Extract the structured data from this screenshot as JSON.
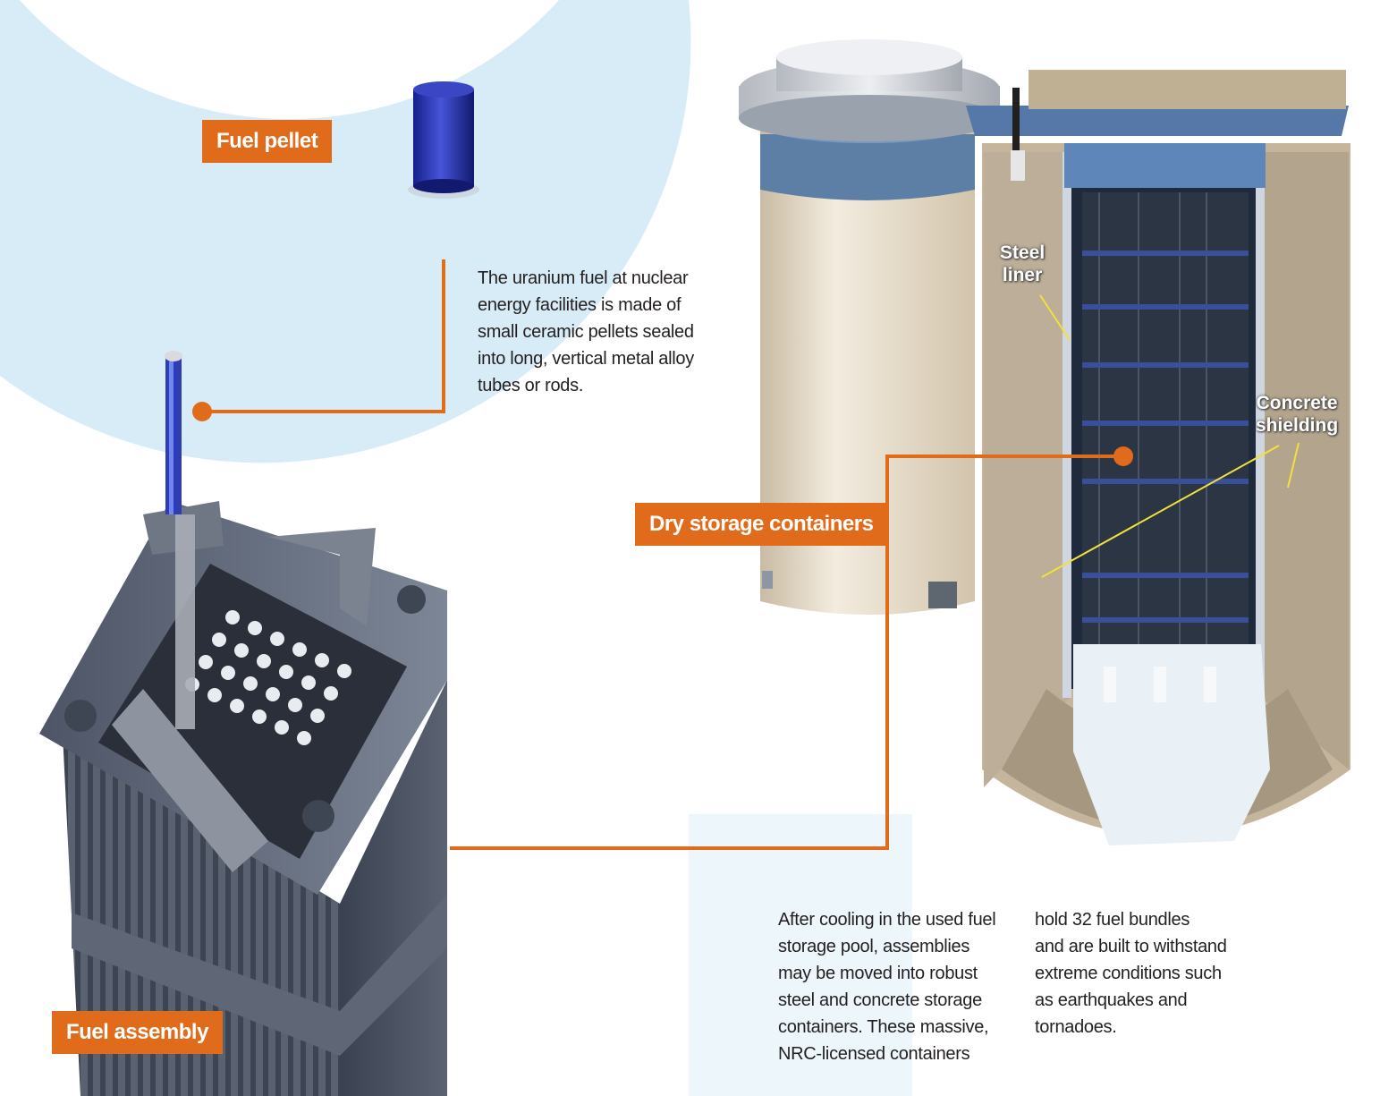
{
  "labels": {
    "fuel_pellet": "Fuel pellet",
    "dry_storage": "Dry storage containers",
    "fuel_assembly": "Fuel assembly",
    "steel_liner": "Steel\nliner",
    "concrete_shielding": "Concrete\nshielding"
  },
  "text": {
    "pellet_description": "The uranium fuel at nuclear\nenergy facilities is made of\nsmall ceramic pellets sealed\ninto long, vertical metal alloy\ntubes or rods.",
    "storage_description_col1": "After cooling in the used fuel\nstorage pool, assemblies\nmay be moved into robust\nsteel and concrete storage\ncontainers. These massive,\nNRC-licensed containers",
    "storage_description_col2": "hold 32 fuel bundles\nand are built to withstand\nextreme conditions such\nas earthquakes and\ntornadoes."
  },
  "colors": {
    "label_background": "#e06b1b",
    "leader_line": "#e06b1b",
    "halo": "#d8ecf7",
    "inset_pointer": "#f2e13a"
  }
}
